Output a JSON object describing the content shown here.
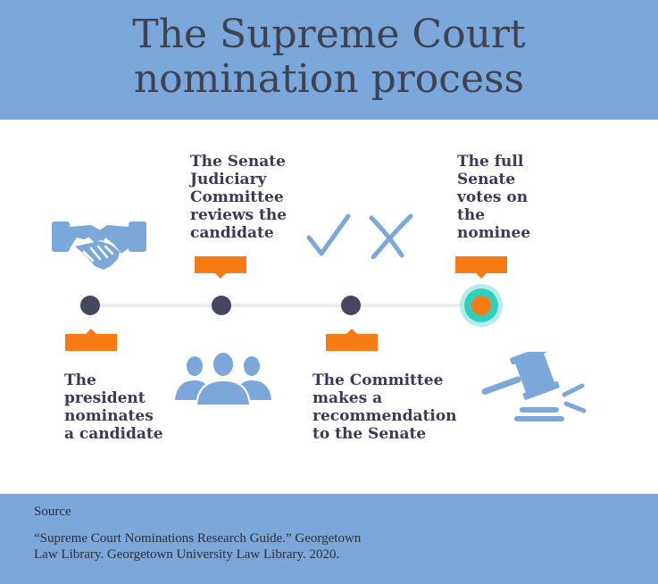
{
  "header": {
    "title_line1": "The Supreme Court",
    "title_line2": "nomination process"
  },
  "stages": [
    {
      "label": "The president nominates a candidate",
      "icon": "handshake-icon"
    },
    {
      "label": "The Senate Judiciary Committee reviews the candidate",
      "icon": "people-group-icon"
    },
    {
      "label": "The Committee makes a recommendation to the Senate",
      "icon": "check-and-cross-icon"
    },
    {
      "label": "The full Senate votes on the nominee",
      "icon": "gavel-icon"
    }
  ],
  "text_lines": {
    "stage1": [
      "The",
      "president",
      "nominates",
      "a candidate"
    ],
    "stage2": [
      "The Senate",
      "Judiciary",
      "Committee",
      "reviews the",
      "candidate"
    ],
    "stage3": [
      "The Committee",
      "makes a",
      "recommendation",
      "to the Senate"
    ],
    "stage4": [
      "The full",
      "Senate",
      "votes on",
      "the",
      "nominee"
    ]
  },
  "footer": {
    "source_label": "Source",
    "citation_line1": "“Supreme Court Nominations Research Guide.” Georgetown",
    "citation_line2": "Law Library. Georgetown University Law Library. 2020."
  },
  "colors": {
    "band": "#7ba7da",
    "dot": "#454660",
    "tag": "#f77b12",
    "icon": "#7ba7da",
    "highlight": "#2fd0c0"
  }
}
